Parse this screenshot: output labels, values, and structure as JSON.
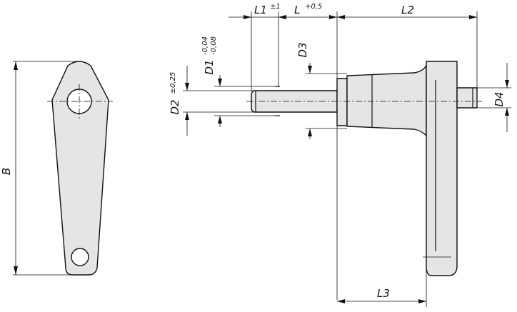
{
  "labels": {
    "B": "B",
    "L1": "L1",
    "L1_tol": "±1",
    "L": "L",
    "L_tol": "+0,5",
    "L2": "L2",
    "D3": "D3",
    "D1": "D1",
    "D1_tol_upper": "-0,04",
    "D1_tol_lower": "-0,08",
    "D2": "D2",
    "D2_tol": "±0,25",
    "D4": "D4",
    "L3": "L3"
  }
}
